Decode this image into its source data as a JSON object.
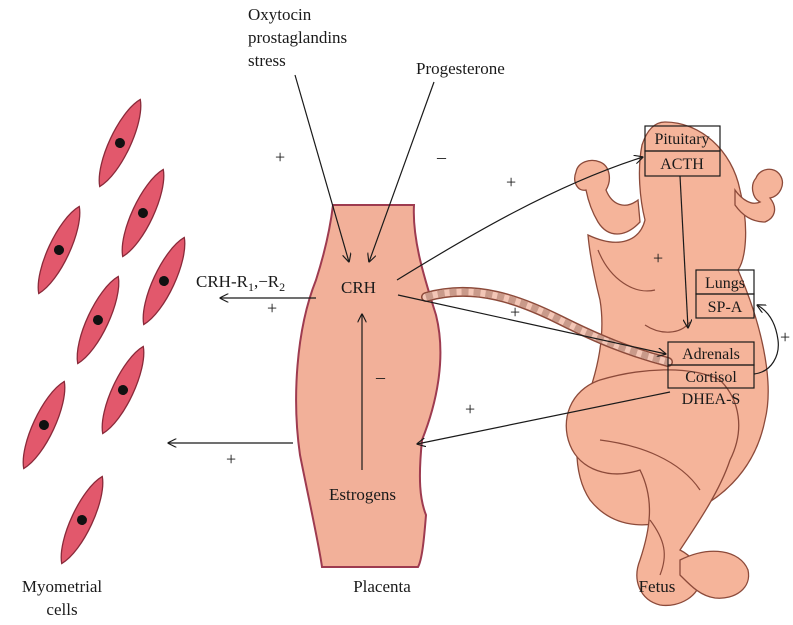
{
  "labels": {
    "inputs_line1": "Oxytocin",
    "inputs_line2": "prostaglandins",
    "inputs_line3": "stress",
    "progesterone": "Progesterone",
    "crh": "CRH",
    "crh_receptor": "CRH-R",
    "crh_receptor_sub1": "1",
    "crh_receptor_mid": ",−R",
    "crh_receptor_sub2": "2",
    "estrogens": "Estrogens",
    "myometrial_line1": "Myometrial",
    "myometrial_line2": "cells",
    "placenta": "Placenta",
    "fetus": "Fetus"
  },
  "boxes": {
    "pituitary": "Pituitary",
    "acth": "ACTH",
    "lungs": "Lungs",
    "spa": "SP-A",
    "adrenals": "Adrenals",
    "cortisol": "Cortisol",
    "dheas": "DHEA-S"
  },
  "signs": {
    "plus": "+",
    "minus": "–"
  },
  "colors": {
    "myometrial_cell_fill": "#e2586c",
    "myometrial_cell_stroke": "#8a2a3a",
    "placenta_fill": "#f2b099",
    "placenta_stroke": "#9e3b50",
    "fetus_fill": "#f5b49a",
    "fetus_stroke": "#8c4a3a",
    "dashed_vessel": "#c99a8a",
    "nucleus": "#111111"
  }
}
